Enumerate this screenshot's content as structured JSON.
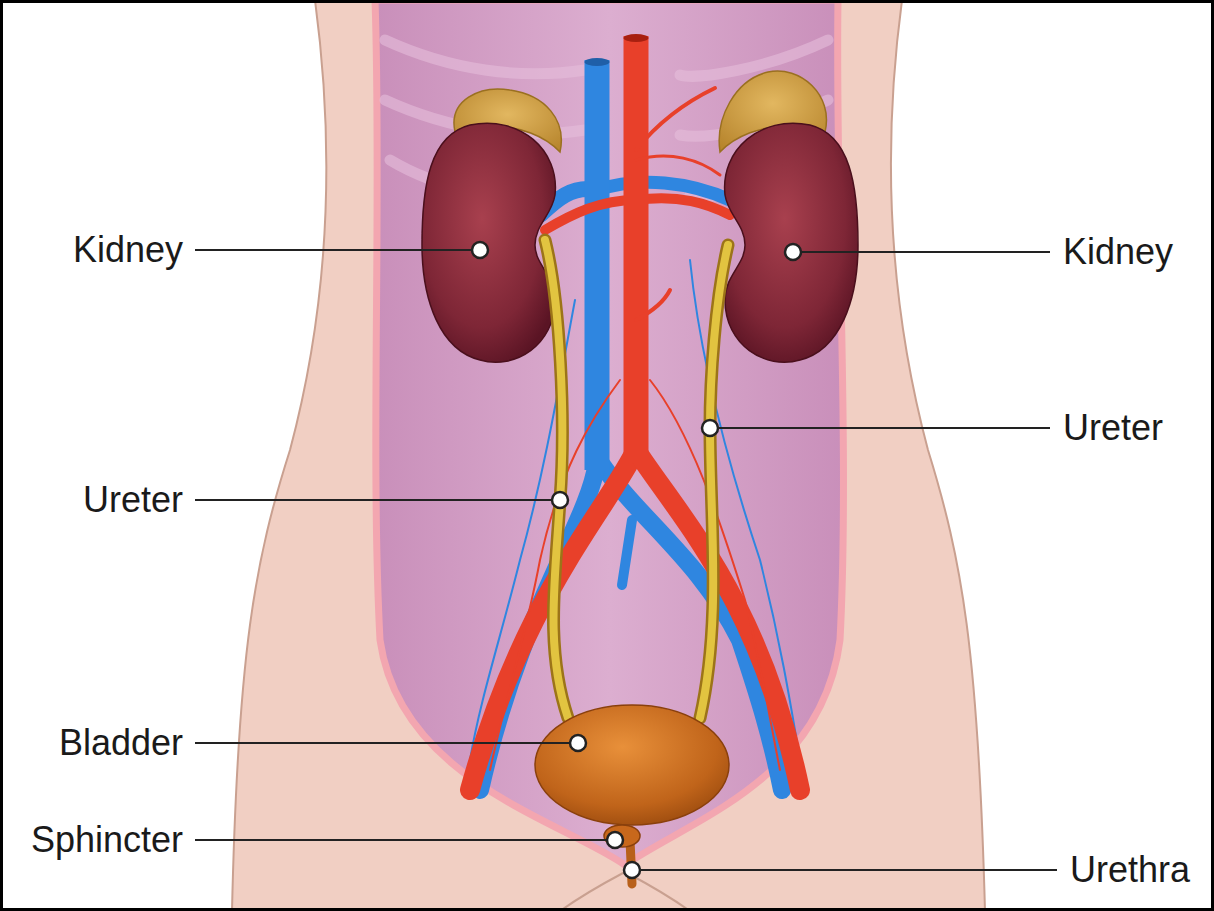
{
  "diagram": {
    "labels": [
      "Kidney",
      "Kidney",
      "Ureter",
      "Ureter",
      "Bladder",
      "Sphincter",
      "Urethra"
    ]
  }
}
